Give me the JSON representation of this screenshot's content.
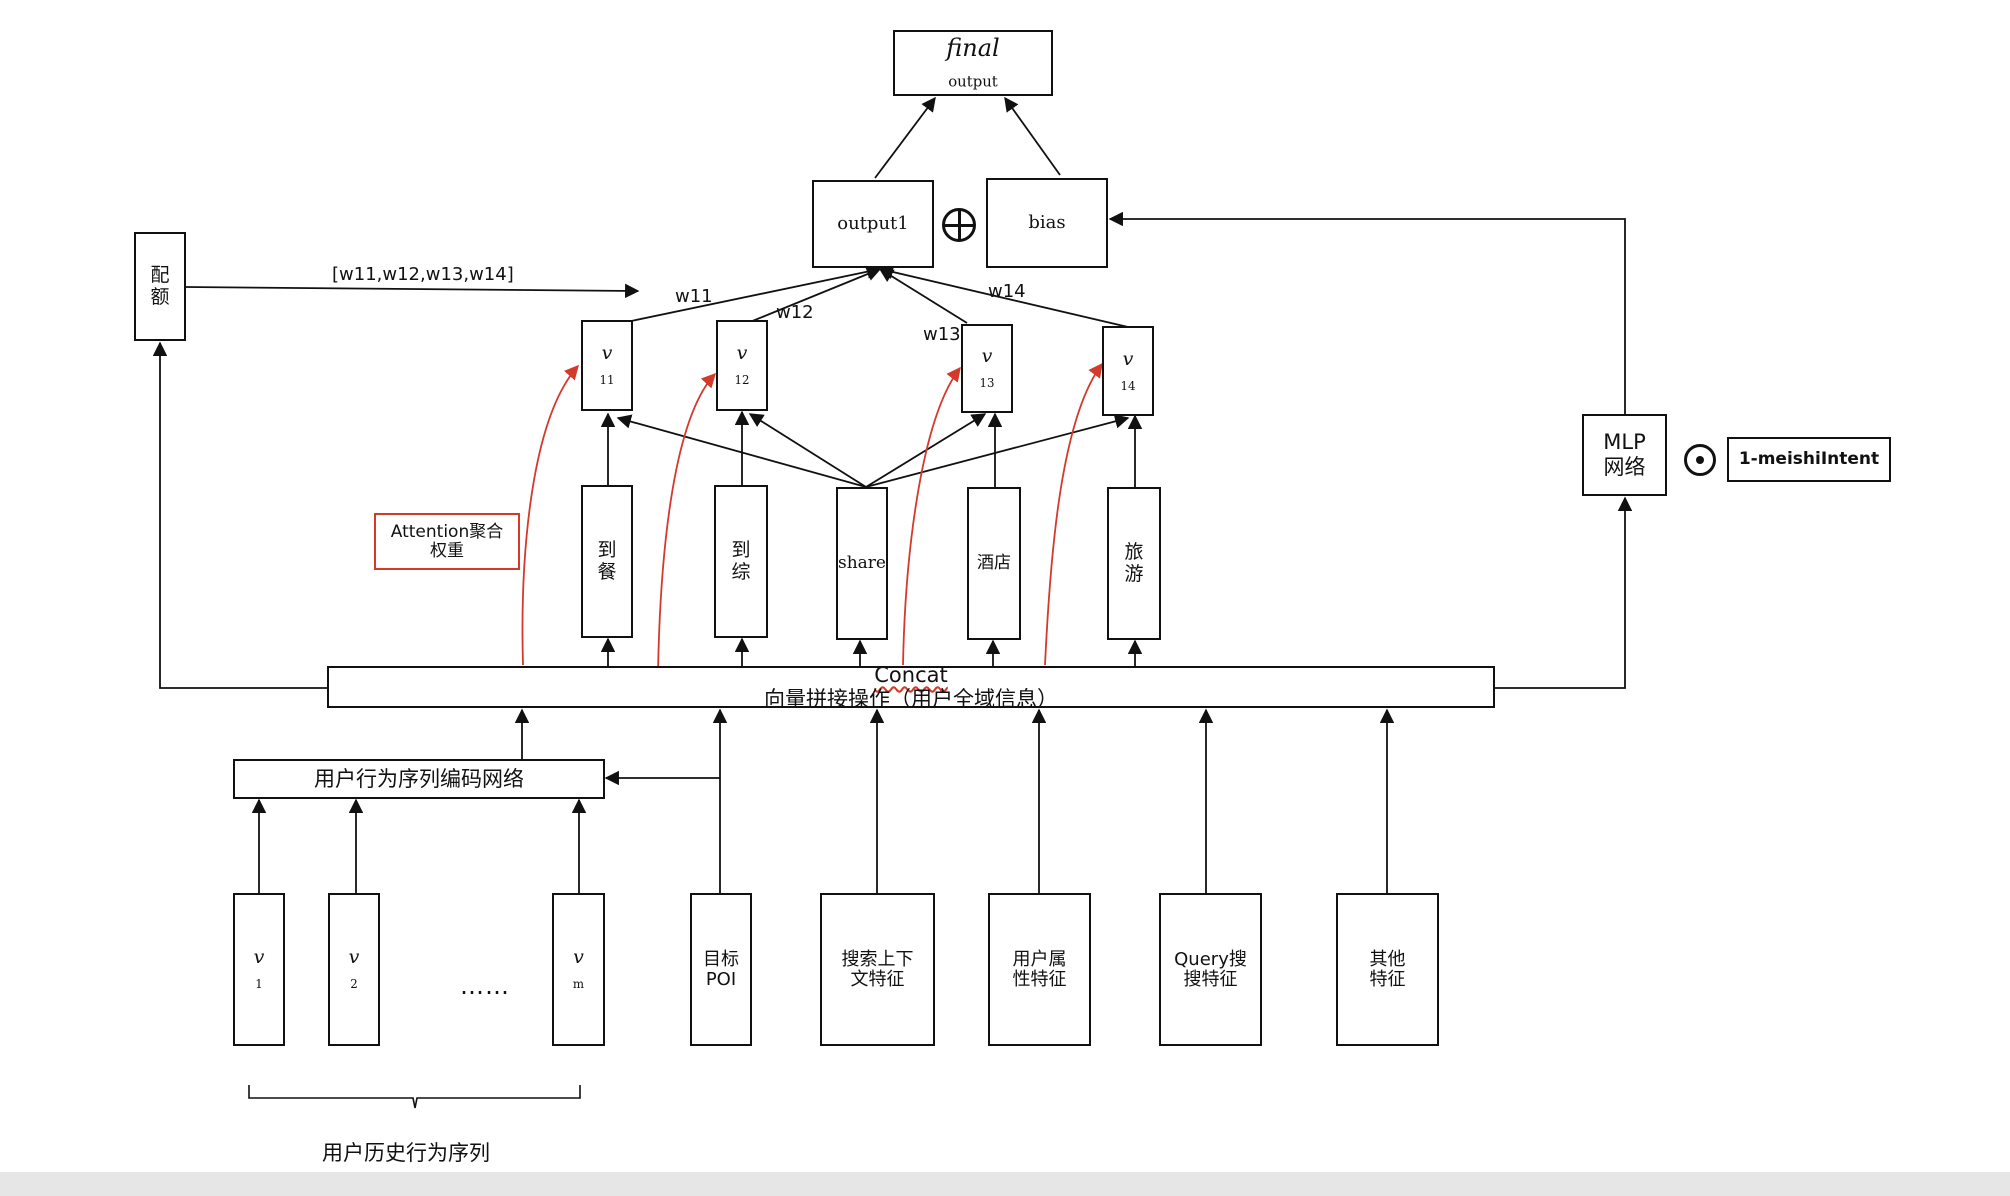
{
  "diagram": {
    "final_output": {
      "base": "final",
      "sub": "output"
    },
    "output1": "output1",
    "bias": "bias",
    "quota": "配额",
    "weights_vector": "[w11,w12,w13,w14]",
    "w11": "w11",
    "w12": "w12",
    "w13": "w13",
    "w14": "w14",
    "v11": {
      "base": "v",
      "sub": "11"
    },
    "v12": {
      "base": "v",
      "sub": "12"
    },
    "v13": {
      "base": "v",
      "sub": "13"
    },
    "v14": {
      "base": "v",
      "sub": "14"
    },
    "attention_label": "Attention聚合\n权重",
    "domains": {
      "daocan": "到餐",
      "daozong": "到综",
      "share": "share",
      "hotel": "酒店",
      "travel": "旅游"
    },
    "concat": {
      "word": "Concat",
      "rest": "向量拼接操作（用户全域信息）"
    },
    "seq_encoder": "用户行为序列编码网络",
    "mlp": "MLP\n网络",
    "meishi_intent": "1-meishiIntent",
    "inputs": {
      "v1": {
        "base": "v",
        "sub": "1"
      },
      "v2": {
        "base": "v",
        "sub": "2"
      },
      "vm": {
        "base": "v",
        "sub": "m"
      },
      "ellipsis": "……",
      "target_poi": "目标\nPOI",
      "search_context": "搜索上下\n文特征",
      "user_attr": "用户属\n性特征",
      "query": "Query搜\n搜特征",
      "other": "其他\n特征"
    },
    "history_label": "用户历史行为序列"
  },
  "colors": {
    "line": "#111111",
    "attention": "#d33a2c",
    "footer": "#e6e6e6"
  }
}
